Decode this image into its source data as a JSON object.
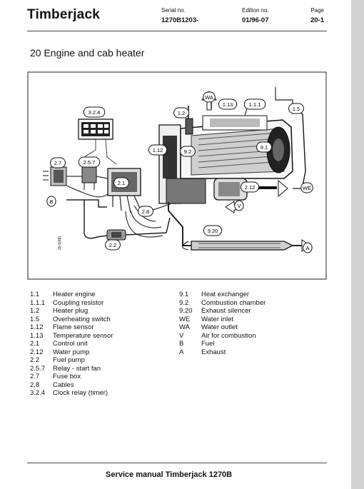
{
  "header": {
    "brand": "Timberjack",
    "serial_label": "Serial no.",
    "serial_value": "1270B1203-",
    "edition_label": "Edition no.",
    "edition_value": "01/96-07",
    "page_label": "Page",
    "page_value": "20-1"
  },
  "title": "20 Engine and cab heater",
  "figure": {
    "callouts": [
      "3.2.4",
      "1.2",
      "WA",
      "1.13",
      "1.1.1",
      "1.5",
      "1.12",
      "9.2",
      "9.1",
      "2.7",
      "2.5.7",
      "2.1",
      "2.12",
      "WE",
      "B",
      "V",
      "2.8",
      "9.20",
      "2.2",
      "A"
    ],
    "vertical_code": "20-1(09)"
  },
  "legend_left": [
    {
      "code": "1.1",
      "text": "Heater engine"
    },
    {
      "code": "1.1.1",
      "text": "Coupling resistor"
    },
    {
      "code": "1.2",
      "text": "Heater plug"
    },
    {
      "code": "1.5",
      "text": "Overheating switch"
    },
    {
      "code": "1.12",
      "text": "Flame sensor"
    },
    {
      "code": "1.13",
      "text": "Temperature sensor"
    },
    {
      "code": "2.1",
      "text": "Control unit"
    },
    {
      "code": "2.12",
      "text": "Water pump"
    },
    {
      "code": "2.2",
      "text": "Fuel pump"
    },
    {
      "code": "2.5.7",
      "text": "Relay - start fan"
    },
    {
      "code": "2.7",
      "text": "Fuse box"
    },
    {
      "code": "2.8",
      "text": "Cables"
    },
    {
      "code": "3.2.4",
      "text": "Clock relay (timer)"
    }
  ],
  "legend_right": [
    {
      "code": "9.1",
      "text": "Heat exchanger"
    },
    {
      "code": "9.2",
      "text": "Combustion chamber"
    },
    {
      "code": "9.20",
      "text": "Exhaust silencer"
    },
    {
      "code": "WE",
      "text": "Water inlet"
    },
    {
      "code": "WA",
      "text": "Water outlet"
    },
    {
      "code": "V",
      "text": "Air for combustion"
    },
    {
      "code": "B",
      "text": "Fuel"
    },
    {
      "code": "A",
      "text": "Exhaust"
    }
  ],
  "footer": "Service manual Timberjack 1270B"
}
